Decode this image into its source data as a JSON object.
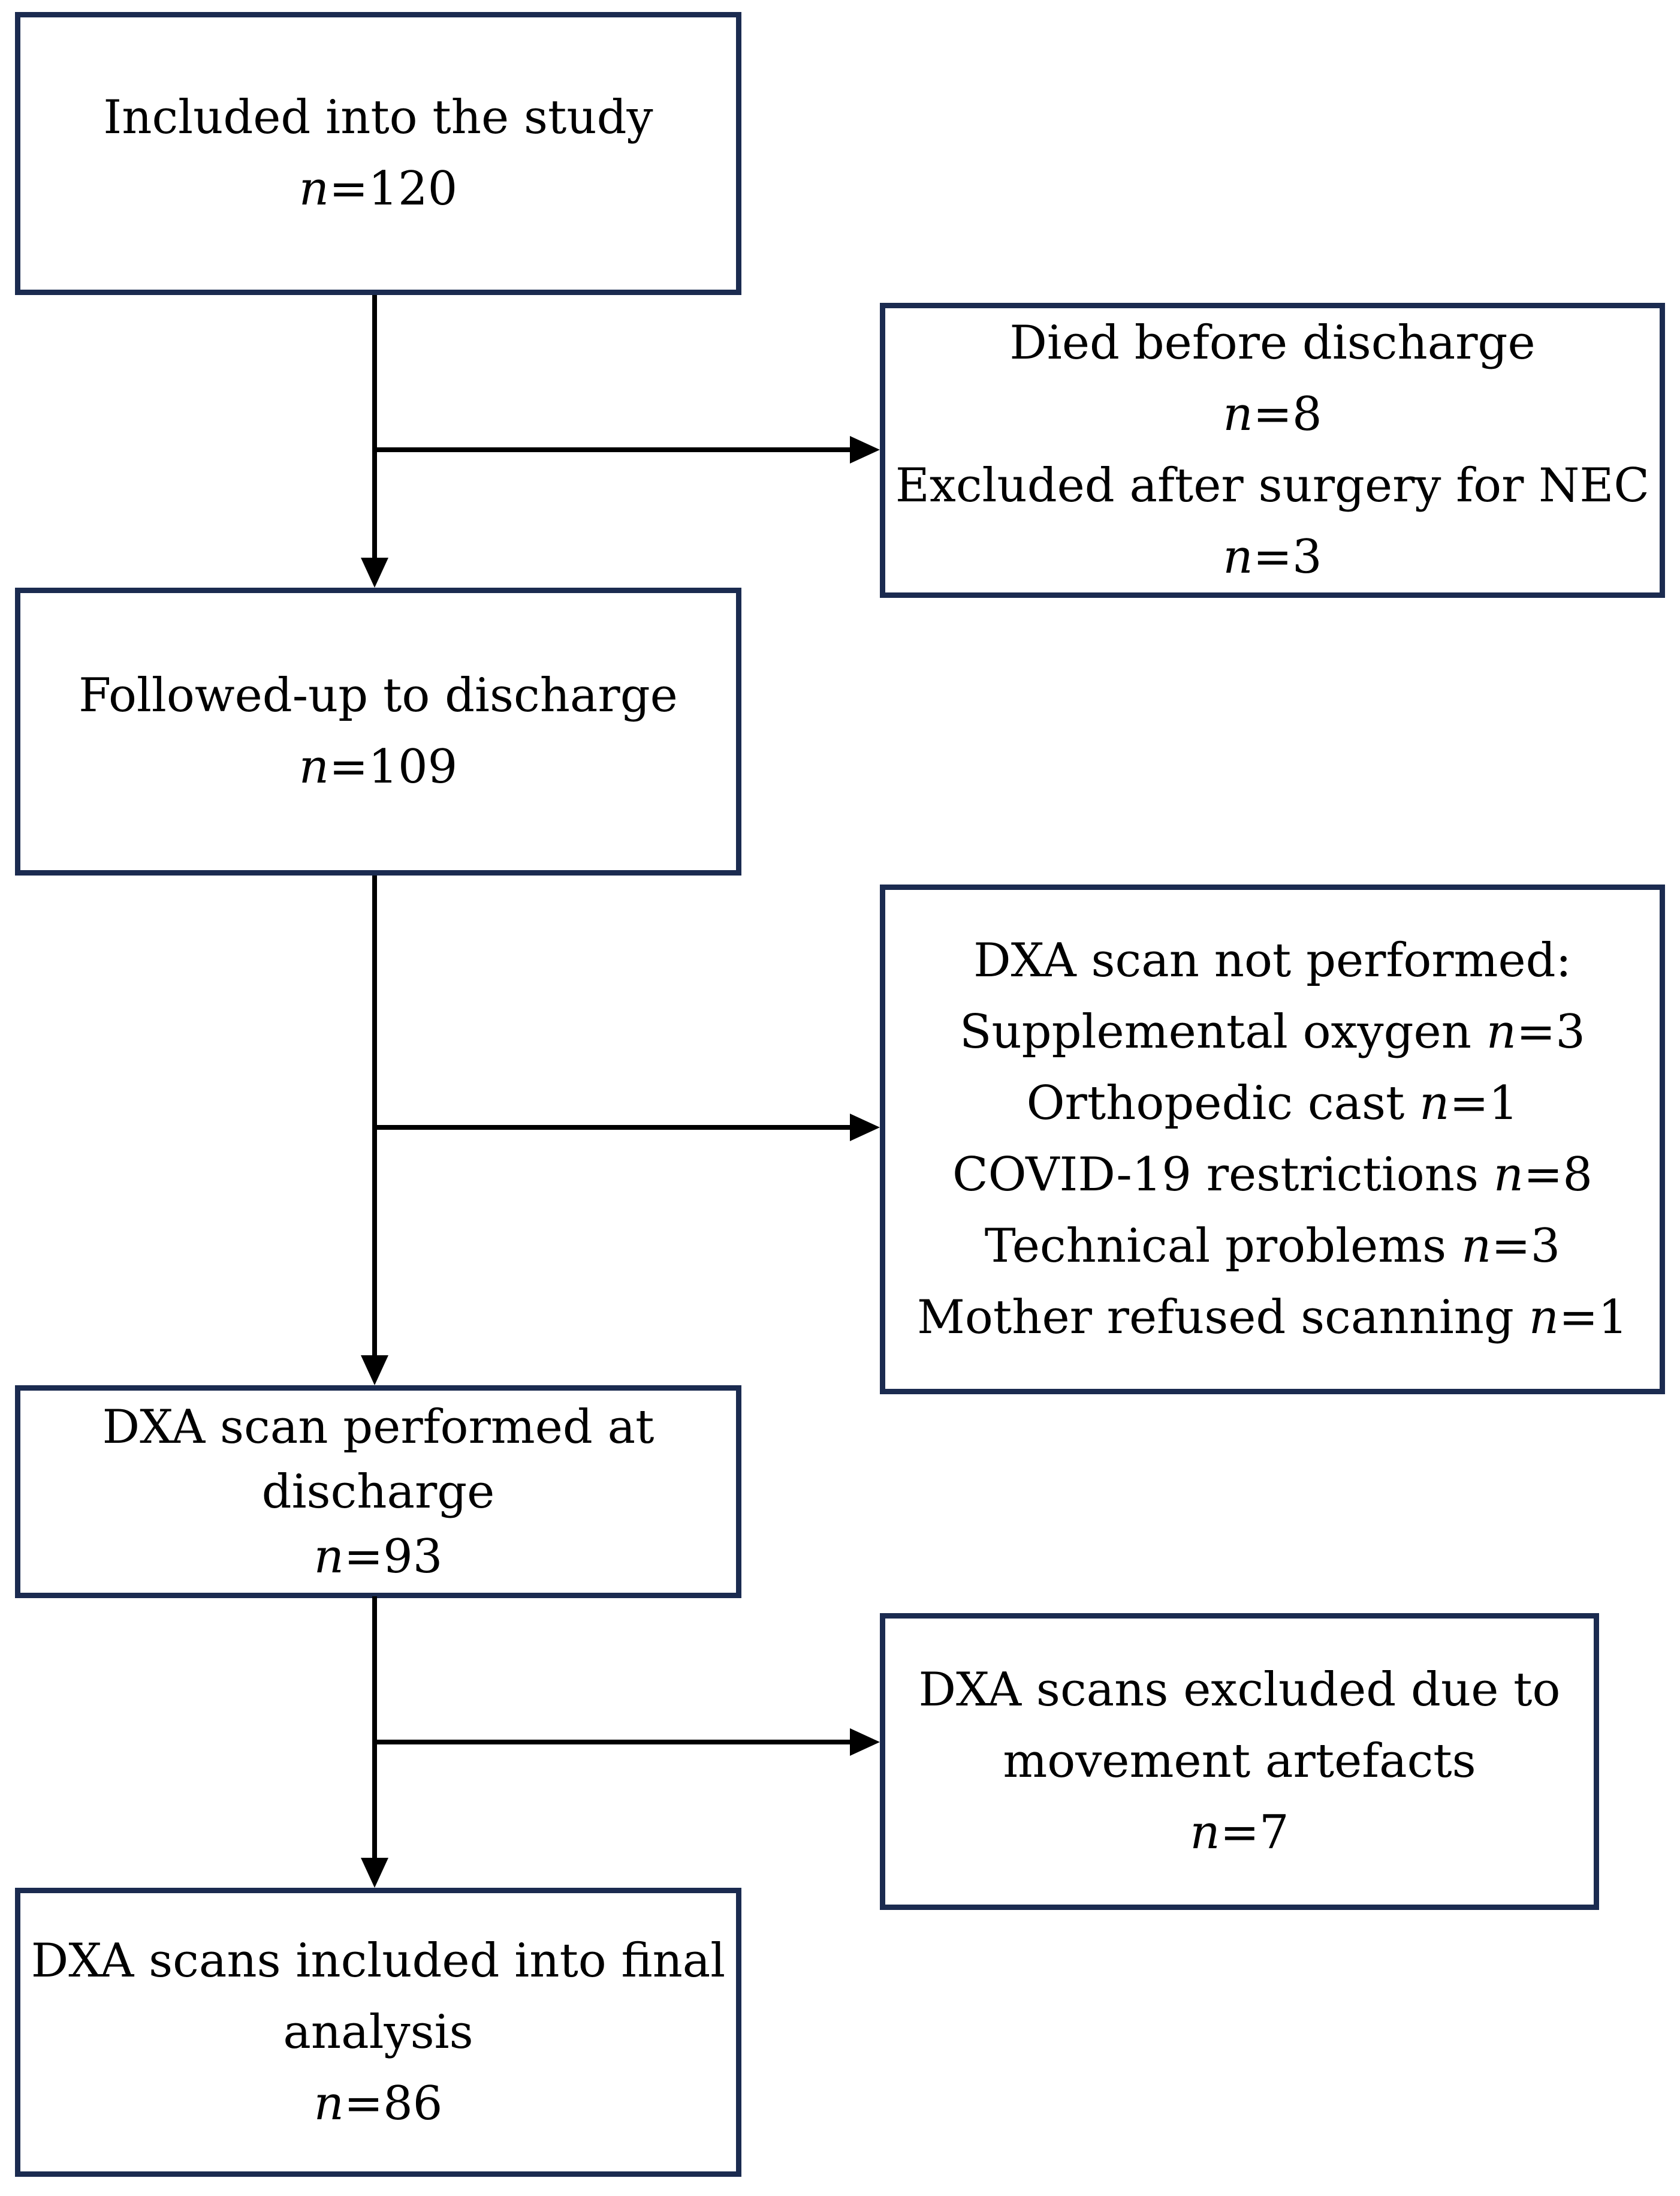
{
  "figure": {
    "type": "study-flow-diagram",
    "background_color": "#ffffff",
    "box_border_color": "#1b2b50",
    "text_color": "#000000",
    "arrow_color": "#000000",
    "boxes": [
      {
        "id": "included-into-study",
        "lines": [
          "Included into the study",
          "n=120"
        ]
      },
      {
        "id": "died-or-excluded",
        "lines": [
          "Died before discharge",
          "n=8",
          "Excluded after surgery for NEC",
          "n=3"
        ]
      },
      {
        "id": "followed-up-to-discharge",
        "lines": [
          "Followed-up to discharge",
          "n=109"
        ]
      },
      {
        "id": "dxa-scan-not-performed",
        "lines": [
          "DXA scan not performed:",
          "Supplemental oxygen n=3",
          "Orthopedic cast n=1",
          "COVID-19 restrictions n=8",
          "Technical problems n=3",
          "Mother refused scanning n=1"
        ]
      },
      {
        "id": "dxa-scan-performed",
        "lines": [
          "DXA scan performed at",
          "discharge",
          "n=93"
        ]
      },
      {
        "id": "dxa-scans-excluded",
        "lines": [
          "DXA scans excluded due to",
          "movement artefacts",
          "n=7"
        ]
      },
      {
        "id": "dxa-scans-final-analysis",
        "lines": [
          "DXA scans included into final",
          "analysis",
          "n=86"
        ]
      }
    ]
  }
}
